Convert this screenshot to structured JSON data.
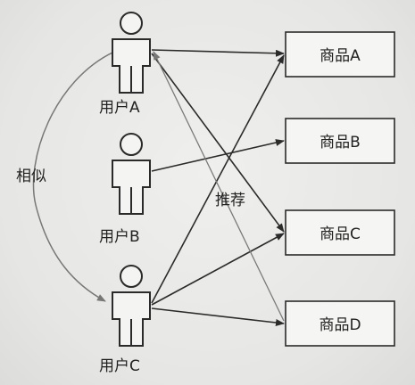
{
  "users": [
    {
      "id": "A",
      "label": "用户A"
    },
    {
      "id": "B",
      "label": "用户B"
    },
    {
      "id": "C",
      "label": "用户C"
    }
  ],
  "products": [
    {
      "id": "A",
      "label": "商品A"
    },
    {
      "id": "B",
      "label": "商品B"
    },
    {
      "id": "C",
      "label": "商品C"
    },
    {
      "id": "D",
      "label": "商品D"
    }
  ],
  "similarity_label": "相似",
  "recommend_label": "推荐",
  "colors": {
    "line": "#2b2b2b",
    "recommend_line": "#7a7a7a",
    "similar_line": "#777777"
  }
}
